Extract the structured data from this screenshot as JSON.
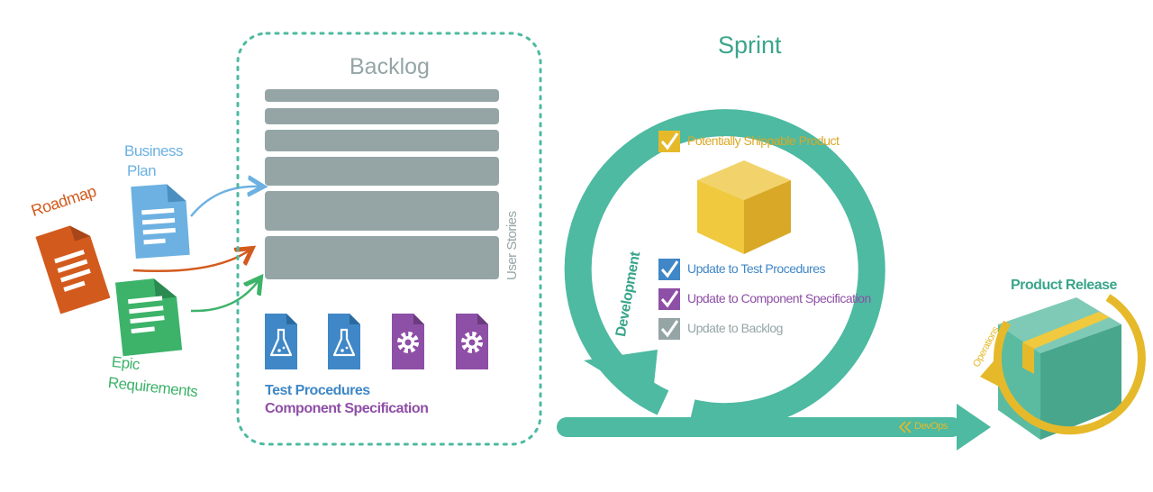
{
  "colors": {
    "teal": "#4dbaa1",
    "gray": "#95a5a6",
    "blue": "#3f87c6",
    "purple": "#8e4fa6",
    "orange": "#d35a1d",
    "green": "#3db36a",
    "lightblue": "#6cb1e1",
    "gold": "#e6b92a",
    "sprint_title": "#3aa58b"
  },
  "inputs": {
    "roadmap": "Roadmap",
    "business_plan_line1": "Business",
    "business_plan_line2": "Plan",
    "epic_line1": "Epic",
    "epic_line2": "Requirements"
  },
  "backlog": {
    "title": "Backlog",
    "side_label": "User Stories",
    "legend_test": "Test Procedures",
    "legend_component": "Component Specification",
    "doc_icons": [
      "flask-icon",
      "flask-icon",
      "gear-icon",
      "gear-icon"
    ]
  },
  "sprint": {
    "title": "Sprint",
    "development_label": "Development",
    "checklist": [
      {
        "label": "Potentially Shippable Product",
        "color": "#e6b92a"
      },
      {
        "label": "Update to Test Procedures",
        "color": "#3f87c6"
      },
      {
        "label": "Update to Component Specification",
        "color": "#8e4fa6"
      },
      {
        "label": "Update to Backlog",
        "color": "#95a5a6"
      }
    ]
  },
  "release": {
    "title": "Product Release",
    "operations_label": "Operations",
    "devops_label": "DevOps"
  }
}
